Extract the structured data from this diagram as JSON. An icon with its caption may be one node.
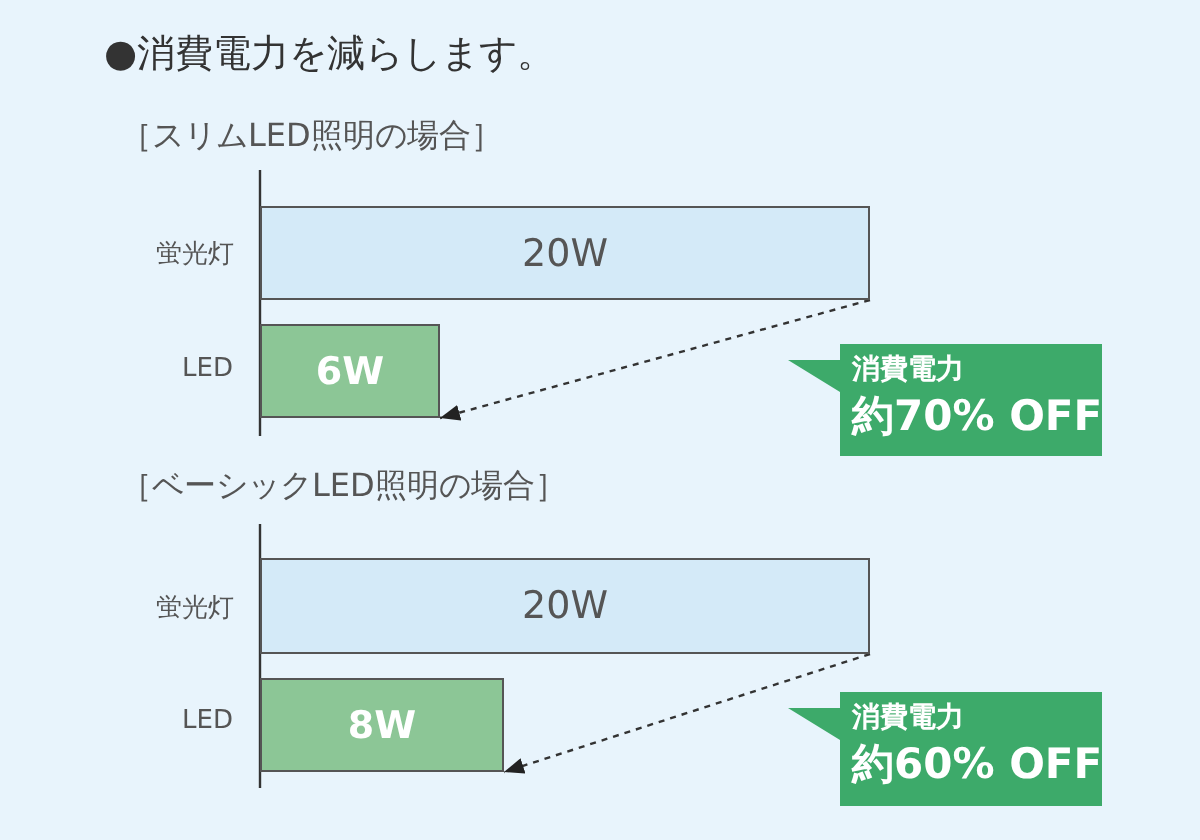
{
  "diagram": {
    "title": "●消費電力を減らします。",
    "nodes": [
      {
        "text": [
          "20W"
        ]
      },
      {
        "text": [
          "6W"
        ]
      },
      {
        "text": [
          "消費電力",
          "約70% OFF"
        ]
      },
      {
        "text": [
          "20W"
        ]
      },
      {
        "text": [
          "8W"
        ]
      },
      {
        "text": [
          "消費電力",
          "約60% OFF"
        ]
      }
    ],
    "edges": [
      {
        "from": 0,
        "to": 1,
        "arrow": "to",
        "style": "dashed"
      },
      {
        "from": 3,
        "to": 4,
        "arrow": "to",
        "style": "dashed"
      }
    ],
    "labels": [
      "［スリムLED照明の場合］",
      "蛍光灯",
      "LED",
      "［ベーシックLED照明の場合］",
      "蛍光灯",
      "LED"
    ]
  }
}
